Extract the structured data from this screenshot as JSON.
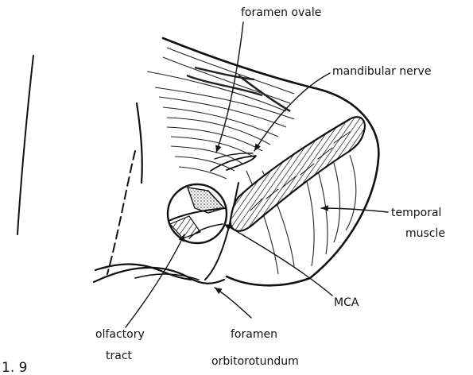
{
  "labels": {
    "foramen_ovale": "foramen ovale",
    "mandibular_nerve": "mandibular nerve",
    "temporal_muscle_1": "temporal",
    "temporal_muscle_2": "muscle",
    "mca": "MCA",
    "olfactory_tract_1": "olfactory",
    "olfactory_tract_2": "tract",
    "foramen_orbitorotundum_1": "foramen",
    "foramen_orbitorotundum_2": "orbitorotundum",
    "figure_number": "1. 9"
  }
}
